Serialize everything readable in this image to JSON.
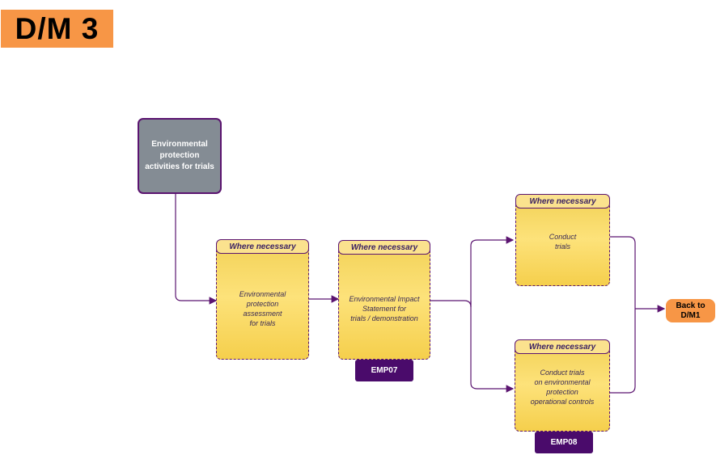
{
  "title": "D/M 3",
  "start": {
    "label": "Environmental\nprotection\nactivities for trials"
  },
  "steps": [
    {
      "header": "Where necessary",
      "text": "Environmental\nprotection\nassessment\nfor trials"
    },
    {
      "header": "Where necessary",
      "text": "Environmental Impact\nStatement for\ntrials / demonstration",
      "badge": "EMP07"
    },
    {
      "header": "Where necessary",
      "text": "Conduct\ntrials"
    },
    {
      "header": "Where necessary",
      "text": "Conduct trials\non environmental\nprotection\noperational controls",
      "badge": "EMP08"
    }
  ],
  "back": {
    "label": "Back to\nD/M1"
  },
  "colors": {
    "accent_orange": "#f79646",
    "border_purple": "#5b1470",
    "badge_purple": "#4a0b6b",
    "step_yellow": "#f8d85f",
    "start_gray": "#848c94"
  }
}
